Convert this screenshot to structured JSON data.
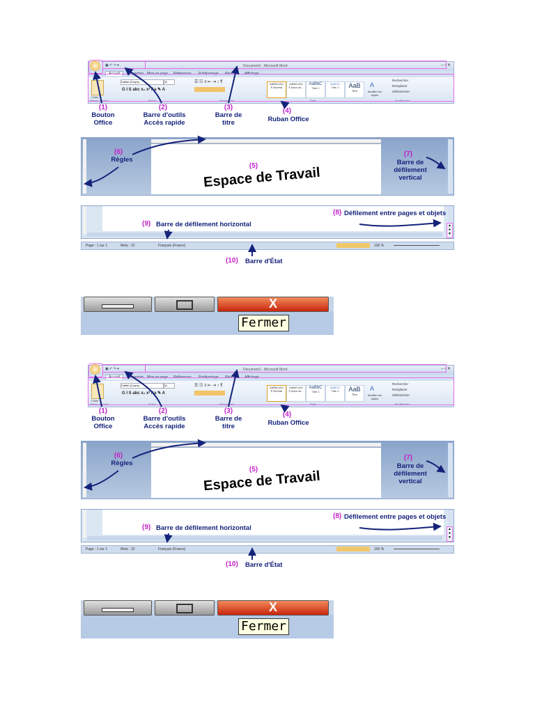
{
  "ribbon": {
    "window_title": "Document1 - Microsoft Word",
    "tabs": [
      "Accueil",
      "Insertion",
      "Mise en page",
      "Références",
      "Publipostage",
      "Révision",
      "Affichage"
    ],
    "font_name": "Calibri (Corps)",
    "font_size": "11",
    "groups": [
      "Presse-papiers",
      "Police",
      "Paragraphe",
      "Style",
      "Modification"
    ],
    "paste_label": "Coller",
    "styles": [
      {
        "sample": "AaBbCcDc",
        "name": "¶ Normal"
      },
      {
        "sample": "AaBbCcDc",
        "name": "¶ Sans int..."
      },
      {
        "sample": "AaBbC",
        "name": "Titre 1"
      },
      {
        "sample": "AaBbCc",
        "name": "Titre 2"
      },
      {
        "sample": "AaB",
        "name": "Titre"
      }
    ],
    "change_styles": "Modifier les styles",
    "editing": [
      "Rechercher",
      "Remplacer",
      "Sélectionner"
    ]
  },
  "annotations": {
    "a1_num": "(1)",
    "a1_label": "Bouton Office",
    "a2_num": "(2)",
    "a2_label": "Barre d'outils Accès rapide",
    "a3_num": "(3)",
    "a3_label": "Barre de titre",
    "a4_num": "(4)",
    "a4_label": "Ruban Office",
    "a5_num": "(5)",
    "a5_label": "Espace de Travail",
    "a6_num": "(6)",
    "a6_label": "Règles",
    "a7_num": "(7)",
    "a7_label": "Barre de défilement vertical",
    "a8_num": "(8)",
    "a8_label": "Défilement entre pages et objets",
    "a9_num": "(9)",
    "a9_label": "Barre de défilement horizontal",
    "a10_num": "(10)",
    "a10_label": "Barre d'État"
  },
  "status": {
    "page": "Page : 1 sur 1",
    "words": "Mots : 22",
    "language": "Français (France)",
    "zoom": "100 %"
  },
  "close": {
    "tooltip": "Fermer",
    "x_glyph": "X"
  },
  "colors": {
    "annotation_pink": "#c021c9",
    "annotation_blue": "#14237a",
    "close_red": "#d93c17",
    "tooltip_bg": "#ffffe1"
  }
}
